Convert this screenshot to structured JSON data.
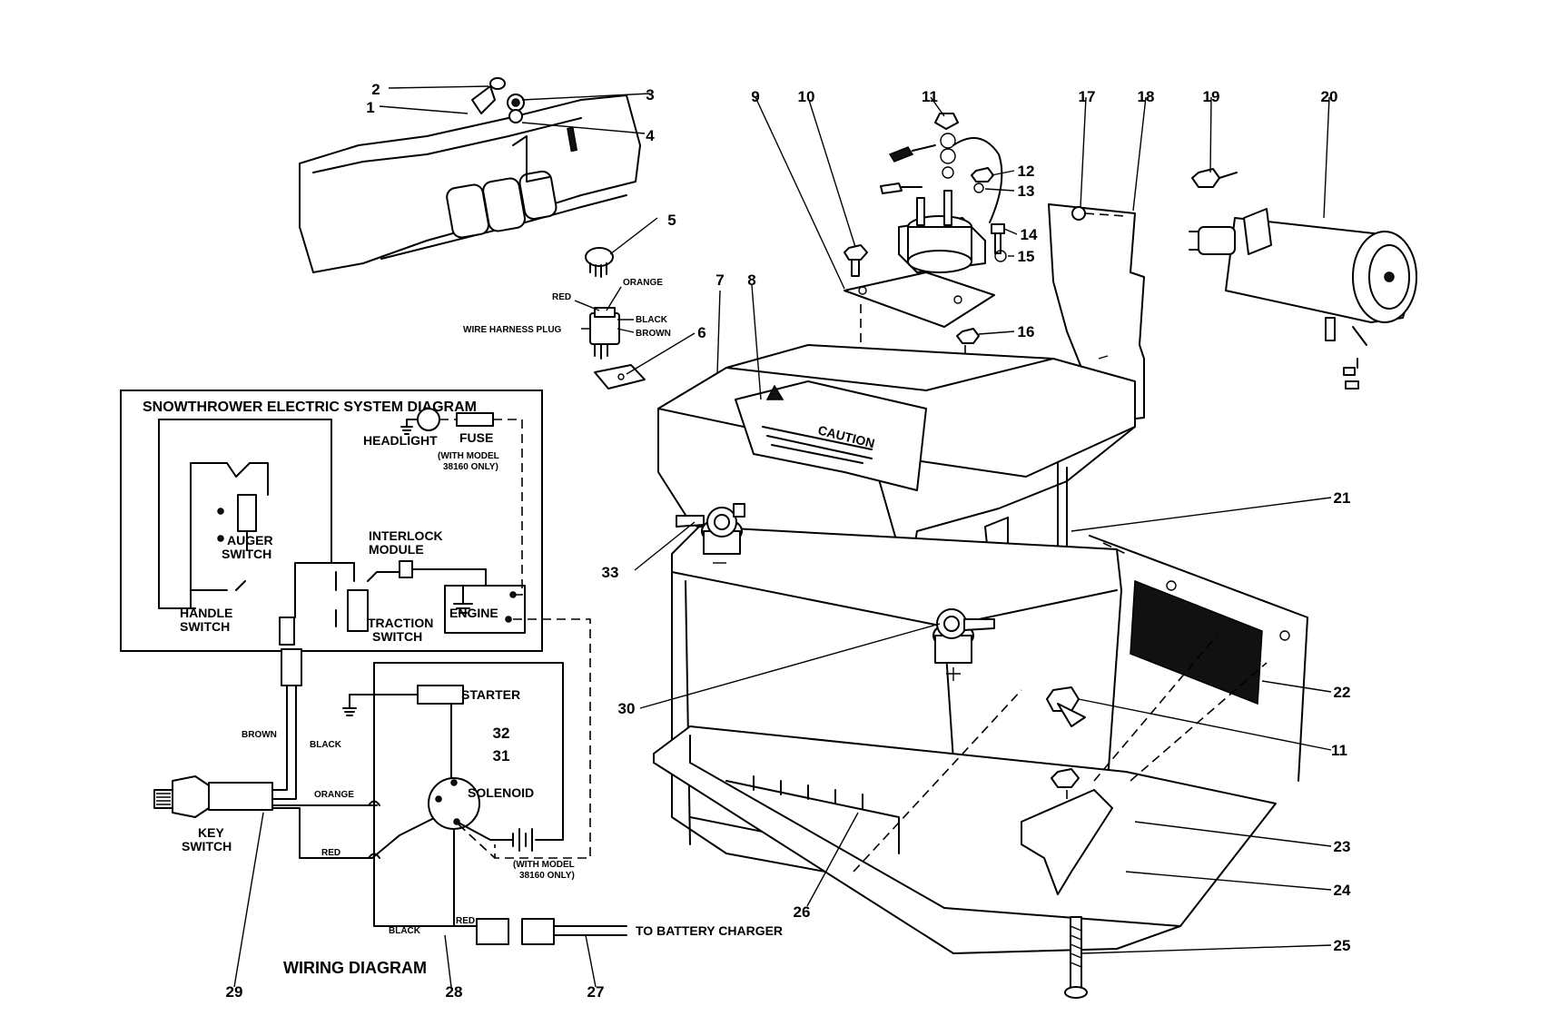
{
  "callouts": [
    "1",
    "2",
    "3",
    "4",
    "5",
    "6",
    "7",
    "8",
    "9",
    "10",
    "11",
    "12",
    "13",
    "14",
    "15",
    "16",
    "17",
    "18",
    "19",
    "20",
    "21",
    "22",
    "11",
    "23",
    "24",
    "25",
    "26",
    "27",
    "28",
    "29",
    "30",
    "31",
    "32",
    "33"
  ],
  "wire_colors": {
    "red": "RED",
    "orange": "ORANGE",
    "black": "BLACK",
    "brown": "BROWN"
  },
  "plug_label": "WIRE HARNESS PLUG",
  "caution_label": "CAUTION",
  "system_diagram": {
    "title": "SNOWTHROWER ELECTRIC SYSTEM DIAGRAM",
    "headlight": "HEADLIGHT",
    "fuse": "FUSE",
    "fuse_note_1": "(WITH MODEL",
    "fuse_note_2": "38160 ONLY)",
    "interlock_1": "INTERLOCK",
    "interlock_2": "MODULE",
    "auger_1": "AUGER",
    "auger_2": "SWITCH",
    "handle_1": "HANDLE",
    "handle_2": "SWITCH",
    "traction_1": "TRACTION",
    "traction_2": "SWITCH",
    "engine": "ENGINE"
  },
  "wiring_diagram": {
    "title": "WIRING DIAGRAM",
    "starter": "STARTER",
    "solenoid": "SOLENOID",
    "key_1": "KEY",
    "key_2": "SWITCH",
    "brown": "BROWN",
    "black": "BLACK",
    "orange": "ORANGE",
    "red": "RED",
    "black_2": "BLACK",
    "red_2": "RED",
    "battery_note_1": "(WITH MODEL",
    "battery_note_2": "38160 ONLY)",
    "charger": "TO BATTERY CHARGER"
  }
}
